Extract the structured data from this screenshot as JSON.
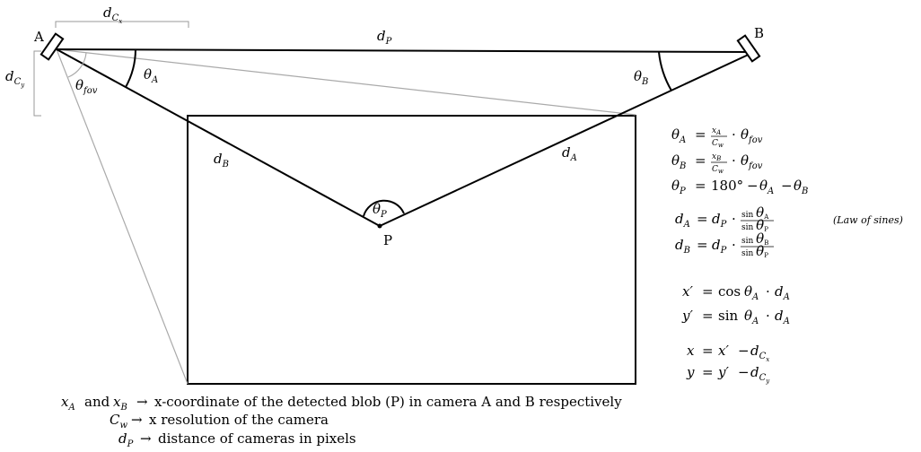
{
  "points": {
    "A": "A",
    "B": "B",
    "P": "P"
  },
  "labels": {
    "d": "d",
    "C": "C",
    "x_sub": "x",
    "y_sub": "y",
    "P_sub": "P",
    "A_sub": "A",
    "B_sub": "B",
    "fov_sub": "fov",
    "theta": "θ"
  },
  "formulas": {
    "theta_a_eq": "θA = xA/Cw · θfov",
    "theta_b_eq": "θB = xB/Cw · θfov",
    "theta_p_eq": "θP = 180° − θA − θB",
    "d_a_eq": "dA = dP · sin θA / sin θP",
    "d_b_eq": "dB = dP · sin θB / sin θP",
    "law_of_sines": "(Law of sines)",
    "x_prime_eq": "x′ = cos θA · dA",
    "y_prime_eq": "y′ = sin θA · dA",
    "x_eq": "x = x′ − dCx",
    "y_eq": "y = y′ − dCy"
  },
  "legend": {
    "line1_rest": "x-coordinate of the detected blob (P) in camera A and B respectively",
    "line2_rest": "x resolution of the camera",
    "line3_rest": "distance of cameras in pixels",
    "and_word": "and",
    "arrow": "→"
  },
  "text_parts": {
    "eq": "=",
    "dot": "·",
    "minus": "−",
    "deg180": "180°",
    "sin": "sin",
    "cos": "cos",
    "w_sub": "w",
    "x_prime": "x′",
    "y_prime": "y′",
    "x": "x",
    "y": "y",
    "xA": "x",
    "xB": "x"
  }
}
